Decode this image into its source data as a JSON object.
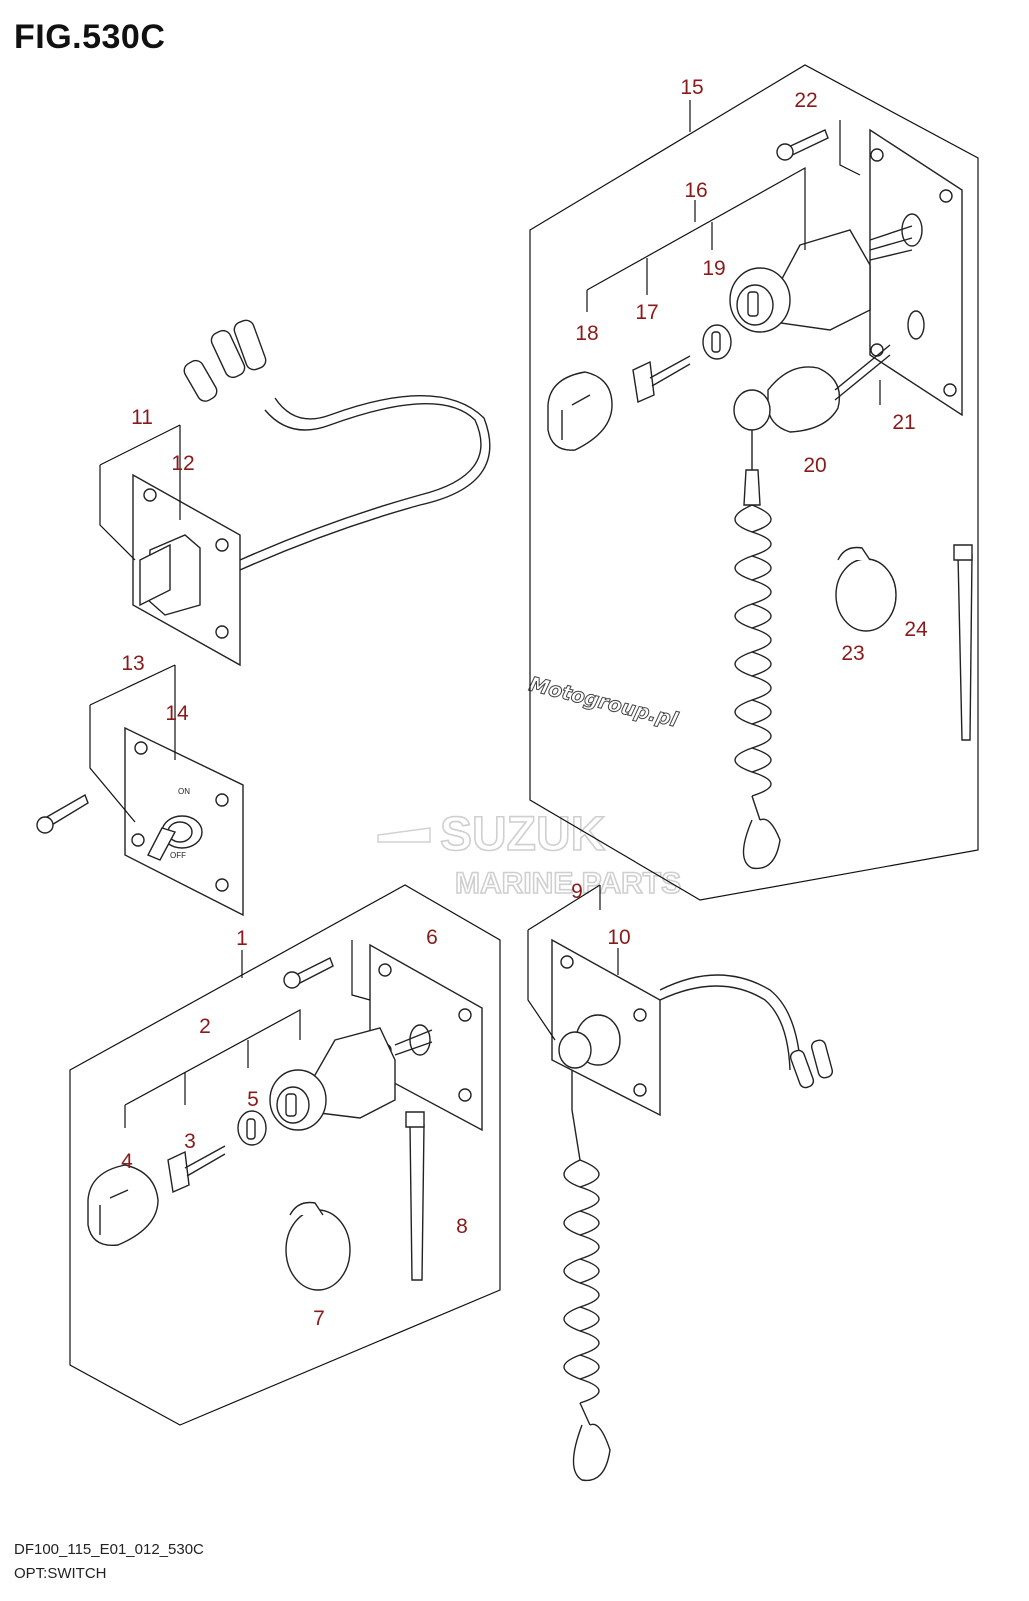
{
  "figure_title": "FIG.530C",
  "footer": {
    "code": "DF100_115_E01_012_530C",
    "name": "OPT:SWITCH"
  },
  "callouts": [
    "1",
    "2",
    "3",
    "4",
    "5",
    "6",
    "7",
    "8",
    "9",
    "10",
    "11",
    "12",
    "13",
    "14",
    "15",
    "16",
    "17",
    "18",
    "19",
    "20",
    "21",
    "22",
    "23",
    "24"
  ],
  "switch_text": {
    "on": "ON",
    "off": "OFF"
  },
  "watermarks": {
    "brand": "SUZUK",
    "brand_sub": "MARINE PARTS",
    "site": "Motogroup.pl"
  },
  "colors": {
    "callout": "#8b1a1a",
    "line": "#111111",
    "watermark": "#cfcfcf"
  }
}
